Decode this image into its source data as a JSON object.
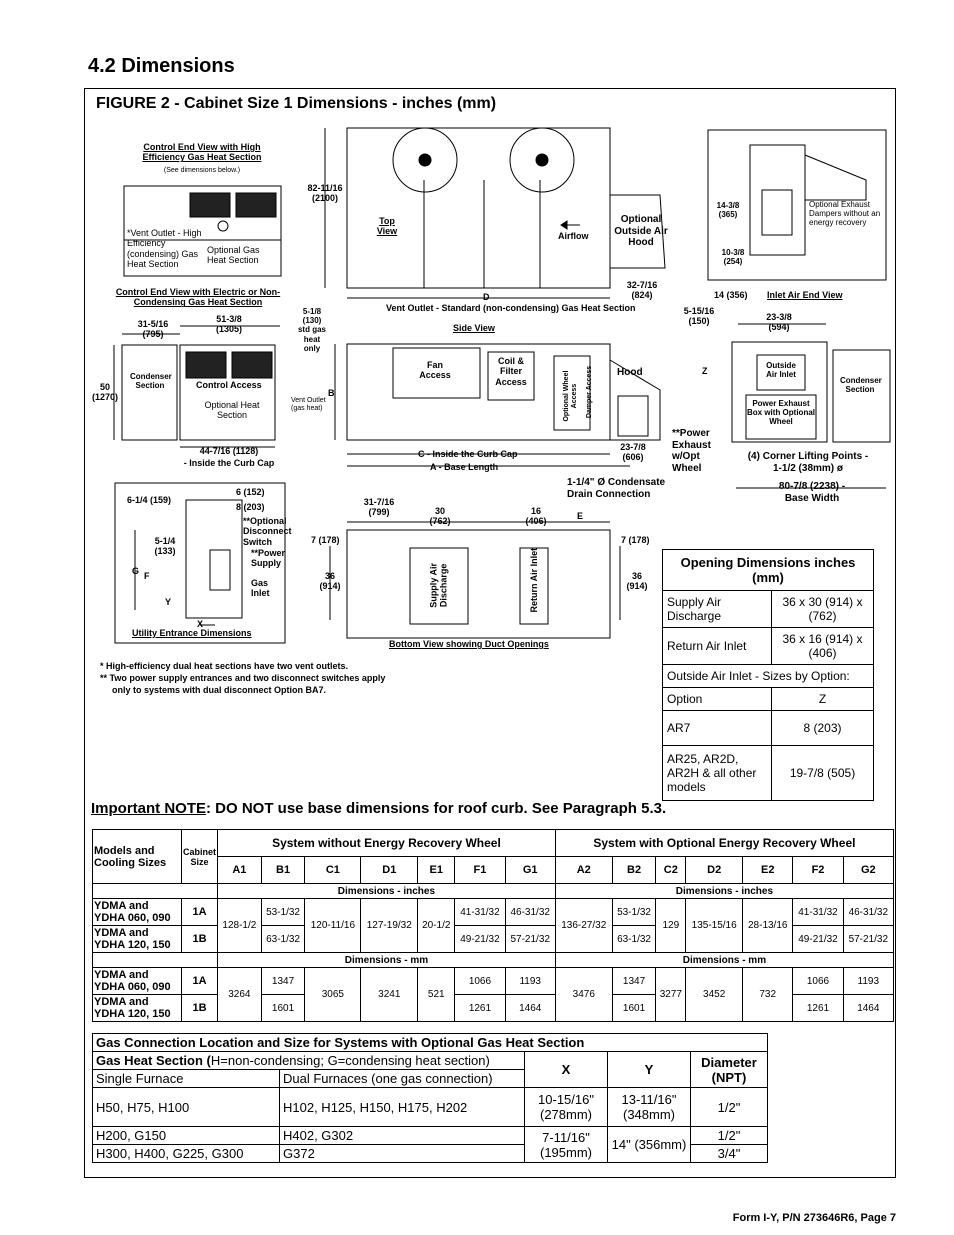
{
  "section_title": "4.2 Dimensions",
  "figure_title": "FIGURE 2 - Cabinet Size 1 Dimensions - inches (mm)",
  "diagram_labels": {
    "ctrl_end_high": "Control End View with High Efficiency Gas Heat Section",
    "see_dims_below": "(See dimensions below.)",
    "vent_outlet_high": "*Vent Outlet - High Efficiency (condensing) Gas Heat Section",
    "opt_gas_heat": "Optional Gas Heat Section",
    "ctrl_end_electric": "Control End View with Electric or Non-Condensing Gas Heat Section",
    "d_31_5_16": "31-5/16 (795)",
    "d_51_3_8": "51-3/8 (1305)",
    "d_50": "50 (1270)",
    "condenser_section": "Condenser Section",
    "control_access": "Control Access",
    "opt_heat_section": "Optional Heat Section",
    "vent_outlet_gas": "Vent Outlet (gas heat)",
    "d_44_7_16": "44-7/16 (1128)",
    "inside_curb_cap": "- Inside the Curb Cap",
    "d_82_11_16": "82-11/16 (2100)",
    "top_view": "Top View",
    "airflow": "Airflow",
    "opt_outside_air_hood": "Optional Outside Air Hood",
    "d_label": "D",
    "d_32_7_16": "32-7/16 (824)",
    "vent_outlet_std": "Vent Outlet - Standard (non-condensing) Gas Heat Section",
    "d_5_1_8": "5-1/8 (130) std gas heat only",
    "side_view": "Side View",
    "fan_access": "Fan Access",
    "coil_filter_access": "Coil & Filter Access",
    "opt_wheel_access": "Optional Wheel Access",
    "damper_access": "Damper Access",
    "hood": "Hood",
    "b_label": "B",
    "c_inside_curb": "C - Inside the Curb Cap",
    "a_base_length": "A - Base Length",
    "d_23_7_8": "23-7/8 (606)",
    "power_exhaust": "**Power Exhaust w/Opt Wheel",
    "condensate": "1-1/4\" Ø Condensate Drain Connection",
    "d_14_3_8": "14-3/8 (365)",
    "d_10_3_8": "10-3/8 (254)",
    "opt_exhaust_dampers": "Optional Exhaust Dampers without an energy recovery",
    "d_14": "14 (356)",
    "inlet_air_end": "Inlet Air End View",
    "d_5_15_16": "5-15/16 (150)",
    "d_23_3_8": "23-3/8 (594)",
    "z_label": "Z",
    "outside_air_inlet": "Outside Air Inlet",
    "power_exhaust_box": "Power Exhaust Box with Optional Wheel",
    "corner_lifting": "(4) Corner Lifting Points - 1-1/2 (38mm) ø",
    "d_80_7_8": "80-7/8 (2238) - Base Width",
    "d_6_1_4": "6-1/4 (159)",
    "d_6": "6 (152)",
    "d_8": "8 (203)",
    "opt_disconnect": "**Optional Disconnect Switch",
    "d_5_1_4": "5-1/4 (133)",
    "power_supply": "**Power Supply",
    "gas_inlet": "Gas Inlet",
    "g_label": "G",
    "f_label": "F",
    "y_label": "Y",
    "x_label": "X",
    "utility_entrance": "Utility Entrance Dimensions",
    "d_31_7_16": "31-7/16 (799)",
    "d_30": "30 (762)",
    "d_16": "16 (406)",
    "e_label": "E",
    "d_7_left": "7 (178)",
    "d_7_right": "7 (178)",
    "d_36_left": "36 (914)",
    "d_36_right": "36 (914)",
    "supply_air_discharge": "Supply Air Discharge",
    "return_air_inlet": "Return Air Inlet",
    "bottom_view": "Bottom View showing Duct Openings"
  },
  "footnotes": [
    "* High-efficiency dual heat sections have two vent outlets.",
    "** Two power supply entrances and two disconnect switches apply",
    "   only to systems with dual disconnect Option BA7."
  ],
  "opening_table": {
    "title": "Opening Dimensions inches (mm)",
    "rows": [
      {
        "label": "Supply Air Discharge",
        "value": "36 x 30 (914) x (762)"
      },
      {
        "label": "Return Air Inlet",
        "value": "36 x 16 (914) x (406)"
      }
    ],
    "oa_title": "Outside Air Inlet - Sizes by Option:",
    "oa_header": {
      "label": "Option",
      "value": "Z"
    },
    "oa_rows": [
      {
        "label": "AR7",
        "value": "8 (203)"
      },
      {
        "label": "AR25, AR2D, AR2H & all other models",
        "value": "19-7/8 (505)"
      }
    ]
  },
  "important_note": {
    "prefix": "Important NOTE",
    "text": ": DO NOT use base dimensions for roof curb. See Paragraph 5.3."
  },
  "dim_table": {
    "models_header": "Models and Cooling Sizes",
    "cabinet_header": "Cabinet Size",
    "without_header": "System without Energy Recovery Wheel",
    "with_header": "System with Optional Energy Recovery Wheel",
    "cols_without": [
      "A1",
      "B1",
      "C1",
      "D1",
      "E1",
      "F1",
      "G1"
    ],
    "cols_with": [
      "A2",
      "B2",
      "C2",
      "D2",
      "E2",
      "F2",
      "G2"
    ],
    "inches_label": "Dimensions - inches",
    "mm_label": "Dimensions - mm",
    "model_1a": "YDMA and YDHA 060, 090",
    "model_1b": "YDMA and YDHA 120, 150",
    "size_1a": "1A",
    "size_1b": "1B",
    "in": {
      "a1": "128-1/2",
      "b1_1a": "53-1/32",
      "b1_1b": "63-1/32",
      "c1": "120-11/16",
      "d1": "127-19/32",
      "e1": "20-1/2",
      "f1_1a": "41-31/32",
      "f1_1b": "49-21/32",
      "g1_1a": "46-31/32",
      "g1_1b": "57-21/32",
      "a2": "136-27/32",
      "b2_1a": "53-1/32",
      "b2_1b": "63-1/32",
      "c2": "129",
      "d2": "135-15/16",
      "e2": "28-13/16",
      "f2_1a": "41-31/32",
      "f2_1b": "49-21/32",
      "g2_1a": "46-31/32",
      "g2_1b": "57-21/32"
    },
    "mm": {
      "a1": "3264",
      "b1_1a": "1347",
      "b1_1b": "1601",
      "c1": "3065",
      "d1": "3241",
      "e1": "521",
      "f1_1a": "1066",
      "f1_1b": "1261",
      "g1_1a": "1193",
      "g1_1b": "1464",
      "a2": "3476",
      "b2_1a": "1347",
      "b2_1b": "1601",
      "c2": "3277",
      "d2": "3452",
      "e2": "732",
      "f2_1a": "1066",
      "f2_1b": "1261",
      "g2_1a": "1193",
      "g2_1b": "1464"
    }
  },
  "gas_table": {
    "title": "Gas Connection Location and Size for Systems with Optional Gas Heat Section",
    "gas_heat_bold": "Gas Heat Section (",
    "gas_heat_rest": "H=non-condensing; G=condensing heat section)",
    "single": "Single Furnace",
    "dual": "Dual Furnaces (one gas connection)",
    "x": "X",
    "y": "Y",
    "diameter": "Diameter (NPT)",
    "r1_single": "H50, H75, H100",
    "r1_dual": "H102, H125, H150, H175, H202",
    "r1_x": "10-15/16\" (278mm)",
    "r1_y": "13-11/16\" (348mm)",
    "r1_d": "1/2\"",
    "r2_single": "H200, G150",
    "r2_dual": "H402, G302",
    "r2_x": "7-11/16\" (195mm)",
    "r2_y": "14\" (356mm)",
    "r2_d": "1/2\"",
    "r3_single": "H300, H400, G225, G300",
    "r3_dual": "G372",
    "r3_d": "3/4\""
  },
  "footer": "Form I-Y, P/N 273646R6, Page 7"
}
